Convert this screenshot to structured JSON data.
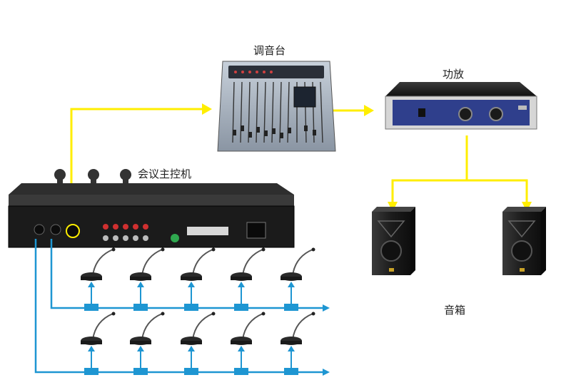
{
  "labels": {
    "mixer": "调音台",
    "amplifier": "功放",
    "host": "会议主控机",
    "speakers": "音箱"
  },
  "colors": {
    "audio_line": "#ffee00",
    "mic_line": "#1e96d2",
    "device_dark": "#262626",
    "panel": "#1b1b1b",
    "mixer_body": "#9aa6b4",
    "amp_front": "#2f3f8c"
  },
  "mic_rows": {
    "row_count": 2,
    "mics_per_row": 5
  },
  "icons": [
    "arrow-icon",
    "microphone-icon",
    "speaker-icon",
    "knob-icon"
  ]
}
